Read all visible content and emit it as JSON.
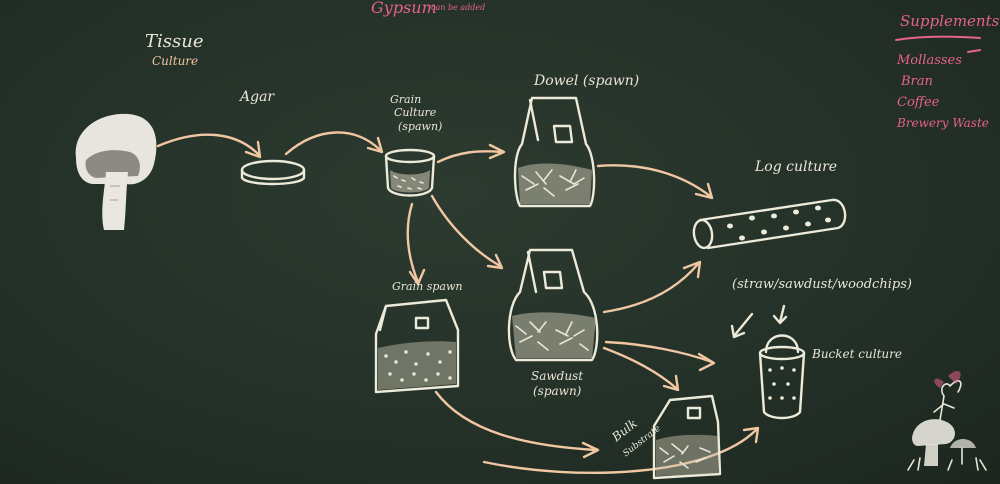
{
  "labels": {
    "tissue": "Tissue",
    "culture": "Culture",
    "agar": "Agar",
    "grain_culture_1": "Grain",
    "grain_culture_2": "Culture",
    "grain_culture_3": "(spawn)",
    "dowel": "Dowel (spawn)",
    "log_culture": "Log culture",
    "grain_spawn": "Grain spawn",
    "sawdust_1": "Sawdust",
    "sawdust_2": "(spawn)",
    "substrates": "(straw/sawdust/woodchips)",
    "bucket_culture": "Bucket culture",
    "bulk_1": "Bulk",
    "bulk_2": "Substrate",
    "gypsum": "Gypsum",
    "gypsum_note": "can be added"
  },
  "supplements": {
    "title": "Supplements",
    "items": [
      "Mollasses",
      "Bran",
      "Coffee",
      "Brewery Waste"
    ]
  },
  "colors": {
    "board": "#243128",
    "chalk_white": "#ecead8",
    "chalk_peach": "#f0c7a2",
    "chalk_pink": "#e6628f",
    "chalk_purple": "#c7a6dc"
  },
  "icons": [
    "mushroom-icon",
    "petri-dish-icon",
    "jar-icon",
    "bag-icon",
    "log-icon",
    "bucket-icon",
    "fairy-mushroom-icon"
  ]
}
